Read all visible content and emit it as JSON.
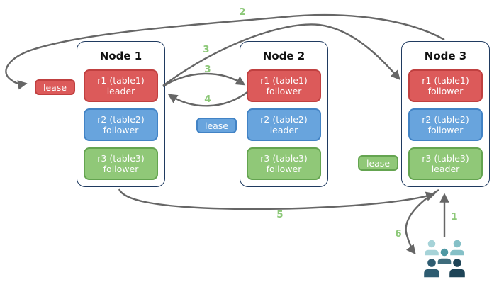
{
  "diagram": {
    "nodes": [
      {
        "title": "Node 1",
        "replicas": [
          {
            "range": "r1 (table1)",
            "role": "leader",
            "color": "red"
          },
          {
            "range": "r2 (table2)",
            "role": "follower",
            "color": "blue"
          },
          {
            "range": "r3 (table3)",
            "role": "follower",
            "color": "green"
          }
        ]
      },
      {
        "title": "Node 2",
        "replicas": [
          {
            "range": "r1 (table1)",
            "role": "follower",
            "color": "red"
          },
          {
            "range": "r2 (table2)",
            "role": "leader",
            "color": "blue"
          },
          {
            "range": "r3 (table3)",
            "role": "follower",
            "color": "green"
          }
        ]
      },
      {
        "title": "Node 3",
        "replicas": [
          {
            "range": "r1 (table1)",
            "role": "follower",
            "color": "red"
          },
          {
            "range": "r2 (table2)",
            "role": "follower",
            "color": "blue"
          },
          {
            "range": "r3 (table3)",
            "role": "leader",
            "color": "green"
          }
        ]
      }
    ],
    "leases": [
      {
        "label": "lease",
        "color": "red"
      },
      {
        "label": "lease",
        "color": "blue"
      },
      {
        "label": "lease",
        "color": "green"
      }
    ],
    "steps": [
      "1",
      "2",
      "3",
      "3",
      "4",
      "5",
      "6"
    ],
    "icons": {
      "clients": "users-icon"
    },
    "colors": {
      "replica_red": "#DC5A5A",
      "replica_red_border": "#C04040",
      "replica_blue": "#68A4DD",
      "replica_blue_border": "#4283C5",
      "replica_green": "#90C878",
      "replica_green_border": "#64A450",
      "node_border": "#1F3A60",
      "arrow": "#666666",
      "step_label": "#8CC878",
      "users_back": "#A6D3D8",
      "users_mid": "#4F98A3",
      "users_front": "#1E4457"
    }
  }
}
